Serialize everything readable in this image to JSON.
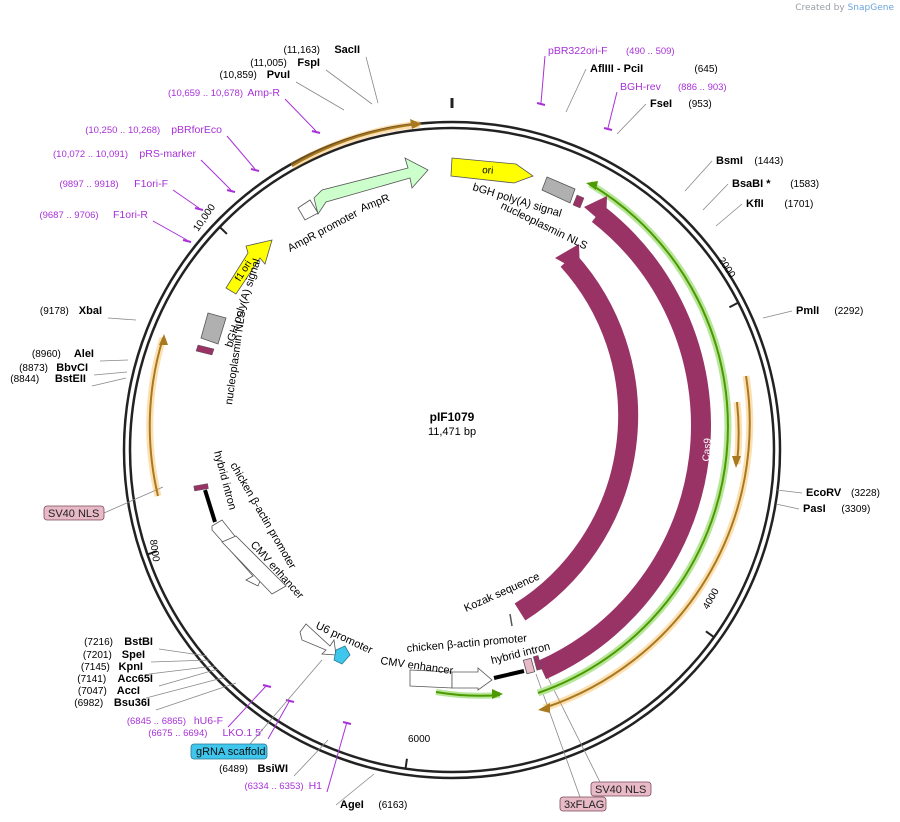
{
  "credit": {
    "text": "Created by",
    "brand": "SnapGene"
  },
  "plasmid": {
    "name": "pIF1079",
    "length_label": "11,471 bp",
    "length_bp": 11471
  },
  "ruler_ticks": [
    {
      "bp": 2000,
      "label": "2000"
    },
    {
      "bp": 4000,
      "label": "4000"
    },
    {
      "bp": 6000,
      "label": "6000"
    },
    {
      "bp": 8000,
      "label": "8000"
    },
    {
      "bp": 10000,
      "label": "10,000"
    }
  ],
  "restriction_sites": [
    {
      "name": "SacII",
      "pos_label": "(11,163)",
      "bp": 11163
    },
    {
      "name": "FspI",
      "pos_label": "(11,005)",
      "bp": 11005
    },
    {
      "name": "PvuI",
      "pos_label": "(10,859)",
      "bp": 10859
    },
    {
      "name": "AflIII  - PciI",
      "pos_label": "(645)",
      "bp": 645
    },
    {
      "name": "FseI",
      "pos_label": "(953)",
      "bp": 953
    },
    {
      "name": "BsmI",
      "pos_label": "(1443)",
      "bp": 1443
    },
    {
      "name": "BsaBI *",
      "pos_label": "(1583)",
      "bp": 1583
    },
    {
      "name": "KflI",
      "pos_label": "(1701)",
      "bp": 1701
    },
    {
      "name": "PmlI",
      "pos_label": "(2292)",
      "bp": 2292
    },
    {
      "name": "EcoRV",
      "pos_label": "(3228)",
      "bp": 3228
    },
    {
      "name": "PasI",
      "pos_label": "(3309)",
      "bp": 3309
    },
    {
      "name": "XbaI",
      "pos_label": "(9178)",
      "bp": 9178
    },
    {
      "name": "AleI",
      "pos_label": "(8960)",
      "bp": 8960
    },
    {
      "name": "BbvCI",
      "pos_label": "(8873)",
      "bp": 8873
    },
    {
      "name": "BstEII",
      "pos_label": "(8844)",
      "bp": 8844
    },
    {
      "name": "BstBI",
      "pos_label": "(7216)",
      "bp": 7216
    },
    {
      "name": "SpeI",
      "pos_label": "(7201)",
      "bp": 7201
    },
    {
      "name": "KpnI",
      "pos_label": "(7145)",
      "bp": 7145
    },
    {
      "name": "Acc65I",
      "pos_label": "(7141)",
      "bp": 7141
    },
    {
      "name": "AccI",
      "pos_label": "(7047)",
      "bp": 7047
    },
    {
      "name": "Bsu36I",
      "pos_label": "(6982)",
      "bp": 6982
    },
    {
      "name": "BsiWI",
      "pos_label": "(6489)",
      "bp": 6489
    },
    {
      "name": "AgeI",
      "pos_label": "(6163)",
      "bp": 6163
    }
  ],
  "primers": [
    {
      "name": "pBR322ori-F",
      "pos_label": "(490 .. 509)"
    },
    {
      "name": "BGH-rev",
      "pos_label": "(886 .. 903)"
    },
    {
      "name": "Amp-R",
      "pos_label": "(10,659 .. 10,678)"
    },
    {
      "name": "pBRforEco",
      "pos_label": "(10,250 .. 10,268)"
    },
    {
      "name": "pRS-marker",
      "pos_label": "(10,072 .. 10,091)"
    },
    {
      "name": "F1ori-F",
      "pos_label": "(9897 .. 9918)"
    },
    {
      "name": "F1ori-R",
      "pos_label": "(9687 .. 9706)"
    },
    {
      "name": "hU6-F",
      "pos_label": "(6845 .. 6865)"
    },
    {
      "name": "LKO.1 5'",
      "pos_label": "(6675 .. 6694)"
    },
    {
      "name": "H1",
      "pos_label": "(6334 .. 6353)"
    }
  ],
  "boxed_features": [
    {
      "name": "SV40 NLS",
      "color": "#e8b9c6"
    },
    {
      "name": "gRNA scaffold",
      "color": "#3ec6ec"
    },
    {
      "name": "SV40 NLS",
      "color": "#e8b9c6"
    },
    {
      "name": "3xFLAG",
      "color": "#e8b9c6"
    }
  ],
  "features": [
    {
      "name": "ori",
      "color": "#ffff00"
    },
    {
      "name": "bGH poly(A) signal",
      "color": "#b0b0b0"
    },
    {
      "name": "nucleoplasmin NLS",
      "color": "#993366"
    },
    {
      "name": "Cas9",
      "color": "#993366"
    },
    {
      "name": "Cas9",
      "color": "#993366"
    },
    {
      "name": "Kozak sequence",
      "color": "#ffffff"
    },
    {
      "name": "chicken β-actin promoter",
      "color": "#ffffff"
    },
    {
      "name": "hybrid intron",
      "color": "#000000"
    },
    {
      "name": "CMV enhancer",
      "color": "#ffffff"
    },
    {
      "name": "U6 promoter",
      "color": "#ffffff"
    },
    {
      "name": "CMV enhancer",
      "color": "#ffffff"
    },
    {
      "name": "chicken β-actin promoter",
      "color": "#ffffff"
    },
    {
      "name": "hybrid intron",
      "color": "#000000"
    },
    {
      "name": "nucleoplasmin NLS",
      "color": "#993366"
    },
    {
      "name": "bGH poly(A) signal",
      "color": "#b0b0b0"
    },
    {
      "name": "f1 ori",
      "color": "#ffff00"
    },
    {
      "name": "AmpR promoter",
      "color": "#ffffff"
    },
    {
      "name": "AmpR",
      "color": "#ccffcc"
    }
  ],
  "colors": {
    "orf": "#f5a623",
    "orf_fill": "#f3e2b0",
    "green_orf": "#5cb800",
    "primer": "#a830d8"
  }
}
